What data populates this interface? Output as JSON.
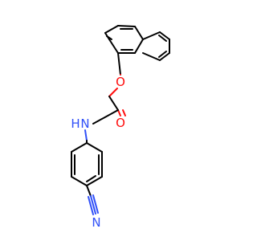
{
  "molecule": {
    "atoms": {
      "ether_oxygen": "O",
      "carbonyl_oxygen": "O",
      "amide_nitrogen": "N",
      "amide_hydrogen": "H",
      "nitrile_nitrogen": "N"
    }
  },
  "colors": {
    "background": "#ffffff",
    "bond": "#000000",
    "oxygen": "#ff0d0d",
    "nitrogen": "#3050f8"
  }
}
